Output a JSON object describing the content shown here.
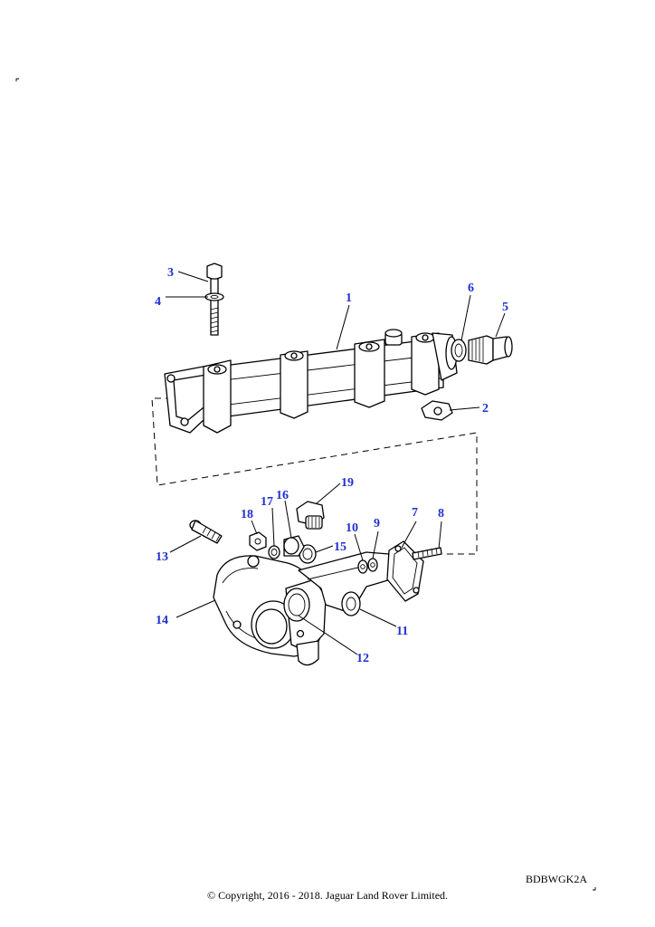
{
  "diagram": {
    "reference_code": "BDBWGK2A",
    "copyright": "© Copyright, 2016 - 2018. Jaguar Land Rover Limited.",
    "callout_color": "#1f2fd0",
    "callouts": [
      "1",
      "2",
      "3",
      "4",
      "5",
      "6",
      "7",
      "8",
      "9",
      "10",
      "11",
      "12",
      "13",
      "14",
      "15",
      "16",
      "17",
      "18",
      "19"
    ]
  }
}
